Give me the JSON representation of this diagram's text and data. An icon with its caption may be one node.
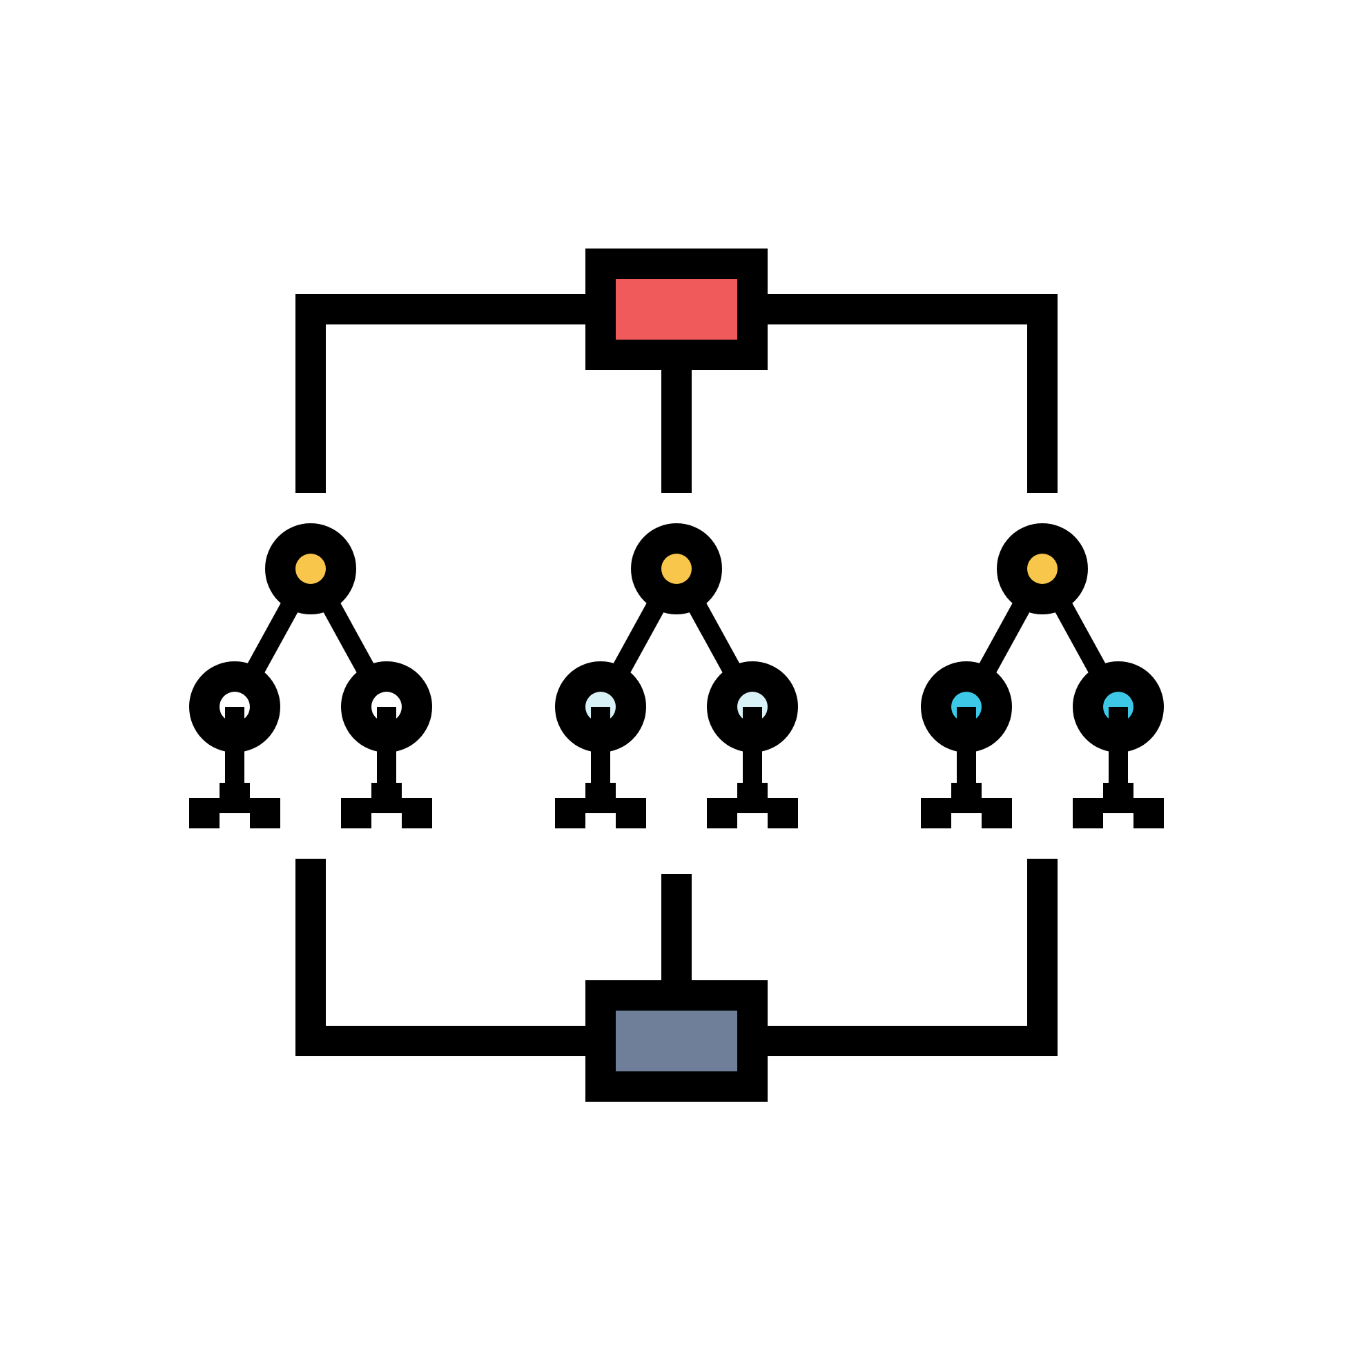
{
  "diagram": {
    "nodes": [
      {
        "text": [],
        "shape": "box"
      },
      {
        "text": [],
        "shape": "tree"
      },
      {
        "text": [],
        "shape": "tree"
      },
      {
        "text": [],
        "shape": "tree"
      },
      {
        "text": [],
        "shape": "box"
      }
    ],
    "edges": [
      {
        "from": 0,
        "to": 1,
        "arrow": "none"
      },
      {
        "from": 0,
        "to": 2,
        "arrow": "none"
      },
      {
        "from": 0,
        "to": 3,
        "arrow": "none"
      },
      {
        "from": 1,
        "to": 4,
        "arrow": "none"
      },
      {
        "from": 2,
        "to": 4,
        "arrow": "none"
      },
      {
        "from": 3,
        "to": 4,
        "arrow": "none"
      }
    ]
  }
}
